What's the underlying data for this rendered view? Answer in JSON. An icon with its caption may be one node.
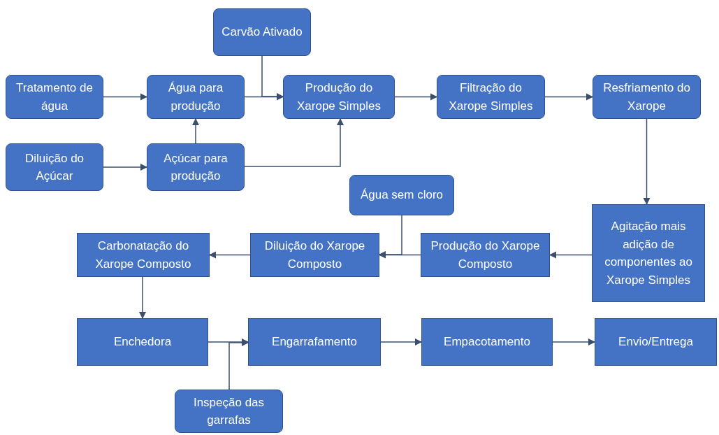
{
  "diagram": {
    "nodes": [
      {
        "text": [
          "Carvão Ativado"
        ]
      },
      {
        "text": [
          "Tratamento de água"
        ]
      },
      {
        "text": [
          "Água para produção"
        ]
      },
      {
        "text": [
          "Produção do Xarope Simples"
        ]
      },
      {
        "text": [
          "Filtração do Xarope Simples"
        ]
      },
      {
        "text": [
          "Resfriamento do Xarope"
        ]
      },
      {
        "text": [
          "Diluição do Açúcar"
        ]
      },
      {
        "text": [
          "Açúcar para produção"
        ]
      },
      {
        "text": [
          "Água sem cloro"
        ]
      },
      {
        "text": [
          "Carbonatação do Xarope Composto"
        ]
      },
      {
        "text": [
          "Diluição do Xarope Composto"
        ]
      },
      {
        "text": [
          "Produção do Xarope Composto"
        ]
      },
      {
        "text": [
          "Agitação mais adição de componentes ao Xarope Simples"
        ]
      },
      {
        "text": [
          "Enchedora"
        ]
      },
      {
        "text": [
          "Engarrafamento"
        ]
      },
      {
        "text": [
          "Empacotamento"
        ]
      },
      {
        "text": [
          "Envio/Entrega"
        ]
      },
      {
        "text": [
          "Inspeção das garrafas"
        ]
      }
    ],
    "edges": [
      {
        "from": 1,
        "to": 2,
        "arrow": "to"
      },
      {
        "from": 2,
        "to": 3,
        "arrow": "to"
      },
      {
        "from": 0,
        "to": 3,
        "arrow": "to"
      },
      {
        "from": 7,
        "to": 2,
        "arrow": "to"
      },
      {
        "from": 6,
        "to": 7,
        "arrow": "to"
      },
      {
        "from": 7,
        "to": 3,
        "arrow": "to"
      },
      {
        "from": 3,
        "to": 4,
        "arrow": "to"
      },
      {
        "from": 4,
        "to": 5,
        "arrow": "to"
      },
      {
        "from": 5,
        "to": 12,
        "arrow": "to"
      },
      {
        "from": 12,
        "to": 11,
        "arrow": "to"
      },
      {
        "from": 11,
        "to": 10,
        "arrow": "to"
      },
      {
        "from": 8,
        "to": 10,
        "arrow": "to"
      },
      {
        "from": 10,
        "to": 9,
        "arrow": "to"
      },
      {
        "from": 9,
        "to": 13,
        "arrow": "to"
      },
      {
        "from": 13,
        "to": 14,
        "arrow": "to"
      },
      {
        "from": 17,
        "to": 14,
        "arrow": "to"
      },
      {
        "from": 14,
        "to": 15,
        "arrow": "to"
      },
      {
        "from": 15,
        "to": 16,
        "arrow": "to"
      }
    ]
  }
}
